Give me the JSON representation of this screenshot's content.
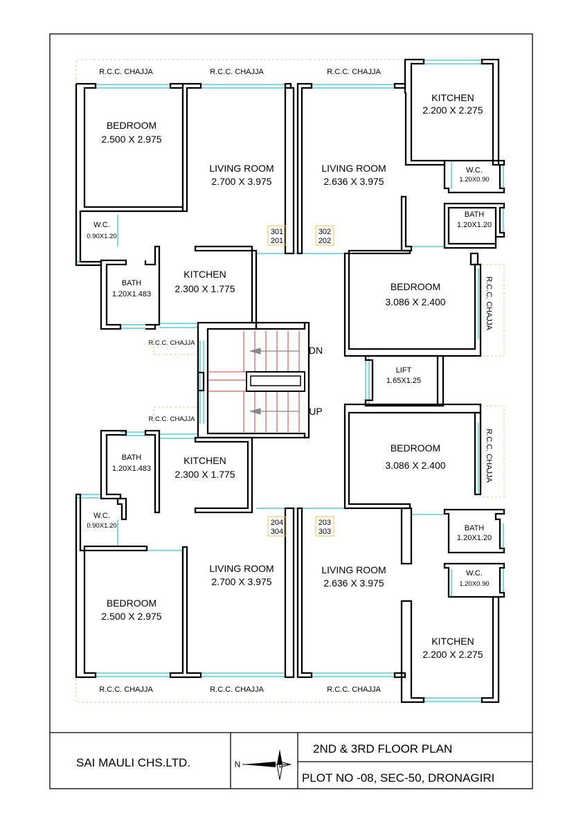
{
  "title_block": {
    "society": "SAI MAULI CHS.LTD.",
    "north_label": "N",
    "plan_title": "2ND & 3RD  FLOOR PLAN",
    "plot_info": "PLOT NO -08, SEC-50, DRONAGIRI"
  },
  "rooms": [
    {
      "name": "BEDROOM",
      "size": "2.500 X 2.975"
    },
    {
      "name": "LIVING ROOM",
      "size": "2.700 X 3.975"
    },
    {
      "name": "LIVING ROOM",
      "size": "2.636 X 3.975"
    },
    {
      "name": "KITCHEN",
      "size": "2.200 X 2.275"
    },
    {
      "name": "W.C.",
      "size": "1.20X0.90"
    },
    {
      "name": "BATH",
      "size": "1.20X1.20"
    },
    {
      "name": "W.C.",
      "size": "0.90X1.20"
    },
    {
      "name": "BATH",
      "size": "1.20X1.483"
    },
    {
      "name": "KITCHEN",
      "size": "2.300 X 1.775"
    },
    {
      "name": "BEDROOM",
      "size": "3.086 X 2.400"
    },
    {
      "name": "LIFT",
      "size": "1.65X1.25"
    },
    {
      "name": "BEDROOM",
      "size": "3.086 X 2.400"
    },
    {
      "name": "BATH",
      "size": "1.20X1.483"
    },
    {
      "name": "KITCHEN",
      "size": "2.300 X 1.775"
    },
    {
      "name": "W.C.",
      "size": "0.90X1.20"
    },
    {
      "name": "BATH",
      "size": "1.20X1.20"
    },
    {
      "name": "W.C.",
      "size": "1.20X0.90"
    },
    {
      "name": "LIVING ROOM",
      "size": "2.700 X 3.975"
    },
    {
      "name": "LIVING ROOM",
      "size": "2.636 X 3.975"
    },
    {
      "name": "BEDROOM",
      "size": "2.500 X 2.975"
    },
    {
      "name": "KITCHEN",
      "size": "2.200 X 2.275"
    }
  ],
  "chajja_label": "R.C.C. CHAJJA",
  "flat_numbers": [
    {
      "upper": "301",
      "lower": "201"
    },
    {
      "upper": "302",
      "lower": "202"
    },
    {
      "upper": "204",
      "lower": "304"
    },
    {
      "upper": "203",
      "lower": "303"
    }
  ],
  "stair": {
    "down": "DN",
    "up": "UP"
  },
  "colors": {
    "wall": "#000000",
    "window": "#00b4c8",
    "stair": "#e03030",
    "chajja": "#d8c890",
    "flat_tag": "#f0c040"
  }
}
